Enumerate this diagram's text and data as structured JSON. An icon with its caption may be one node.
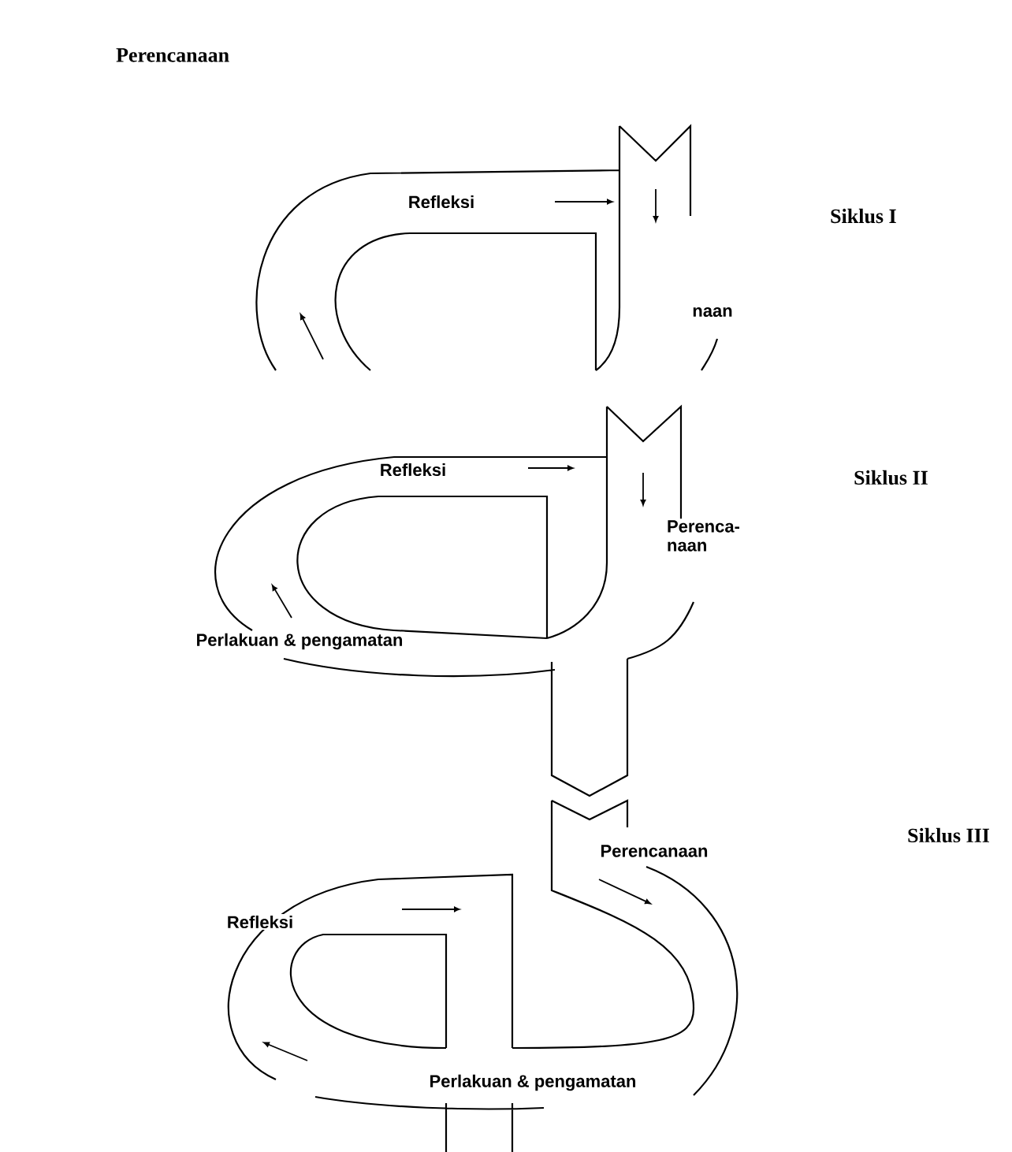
{
  "diagram": {
    "labels": [
      "Perencanaan",
      "Refleksi",
      "Siklus I",
      "naan",
      "Refleksi",
      "Siklus II",
      "Perenca- naan",
      "Perlakuan & pengamatan",
      "Siklus III",
      "Perencanaan",
      "Refleksi",
      "Perlakuan & pengamatan"
    ]
  }
}
